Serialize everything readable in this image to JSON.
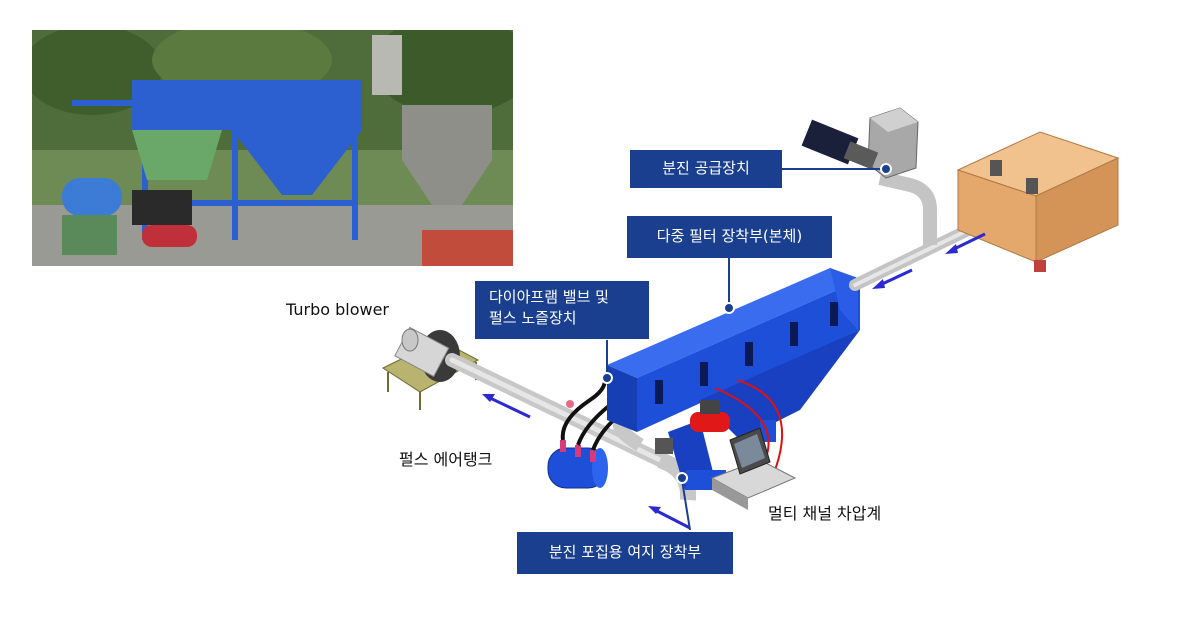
{
  "labels": {
    "powder_feeder": "분진 공급장치",
    "multi_filter": "다중 필터 장착부(본체)",
    "diaphragm_valve": "다이아프램 밸브 및\n펄스 노즐장치",
    "turbo_blower": "Turbo blower",
    "pulse_air_tank": "펄스 에어탱크",
    "multichannel_gauge": "멀티 채널 차압계",
    "sampling_paper": "분진 포집용 여지 장착부"
  },
  "colors": {
    "label_bg": "#1a3f8f",
    "flow_arrow": "#2a2ad0",
    "body_blue": "#1d4fd8",
    "tank_orange": "#e8b07a",
    "hose_red": "#e01010"
  }
}
